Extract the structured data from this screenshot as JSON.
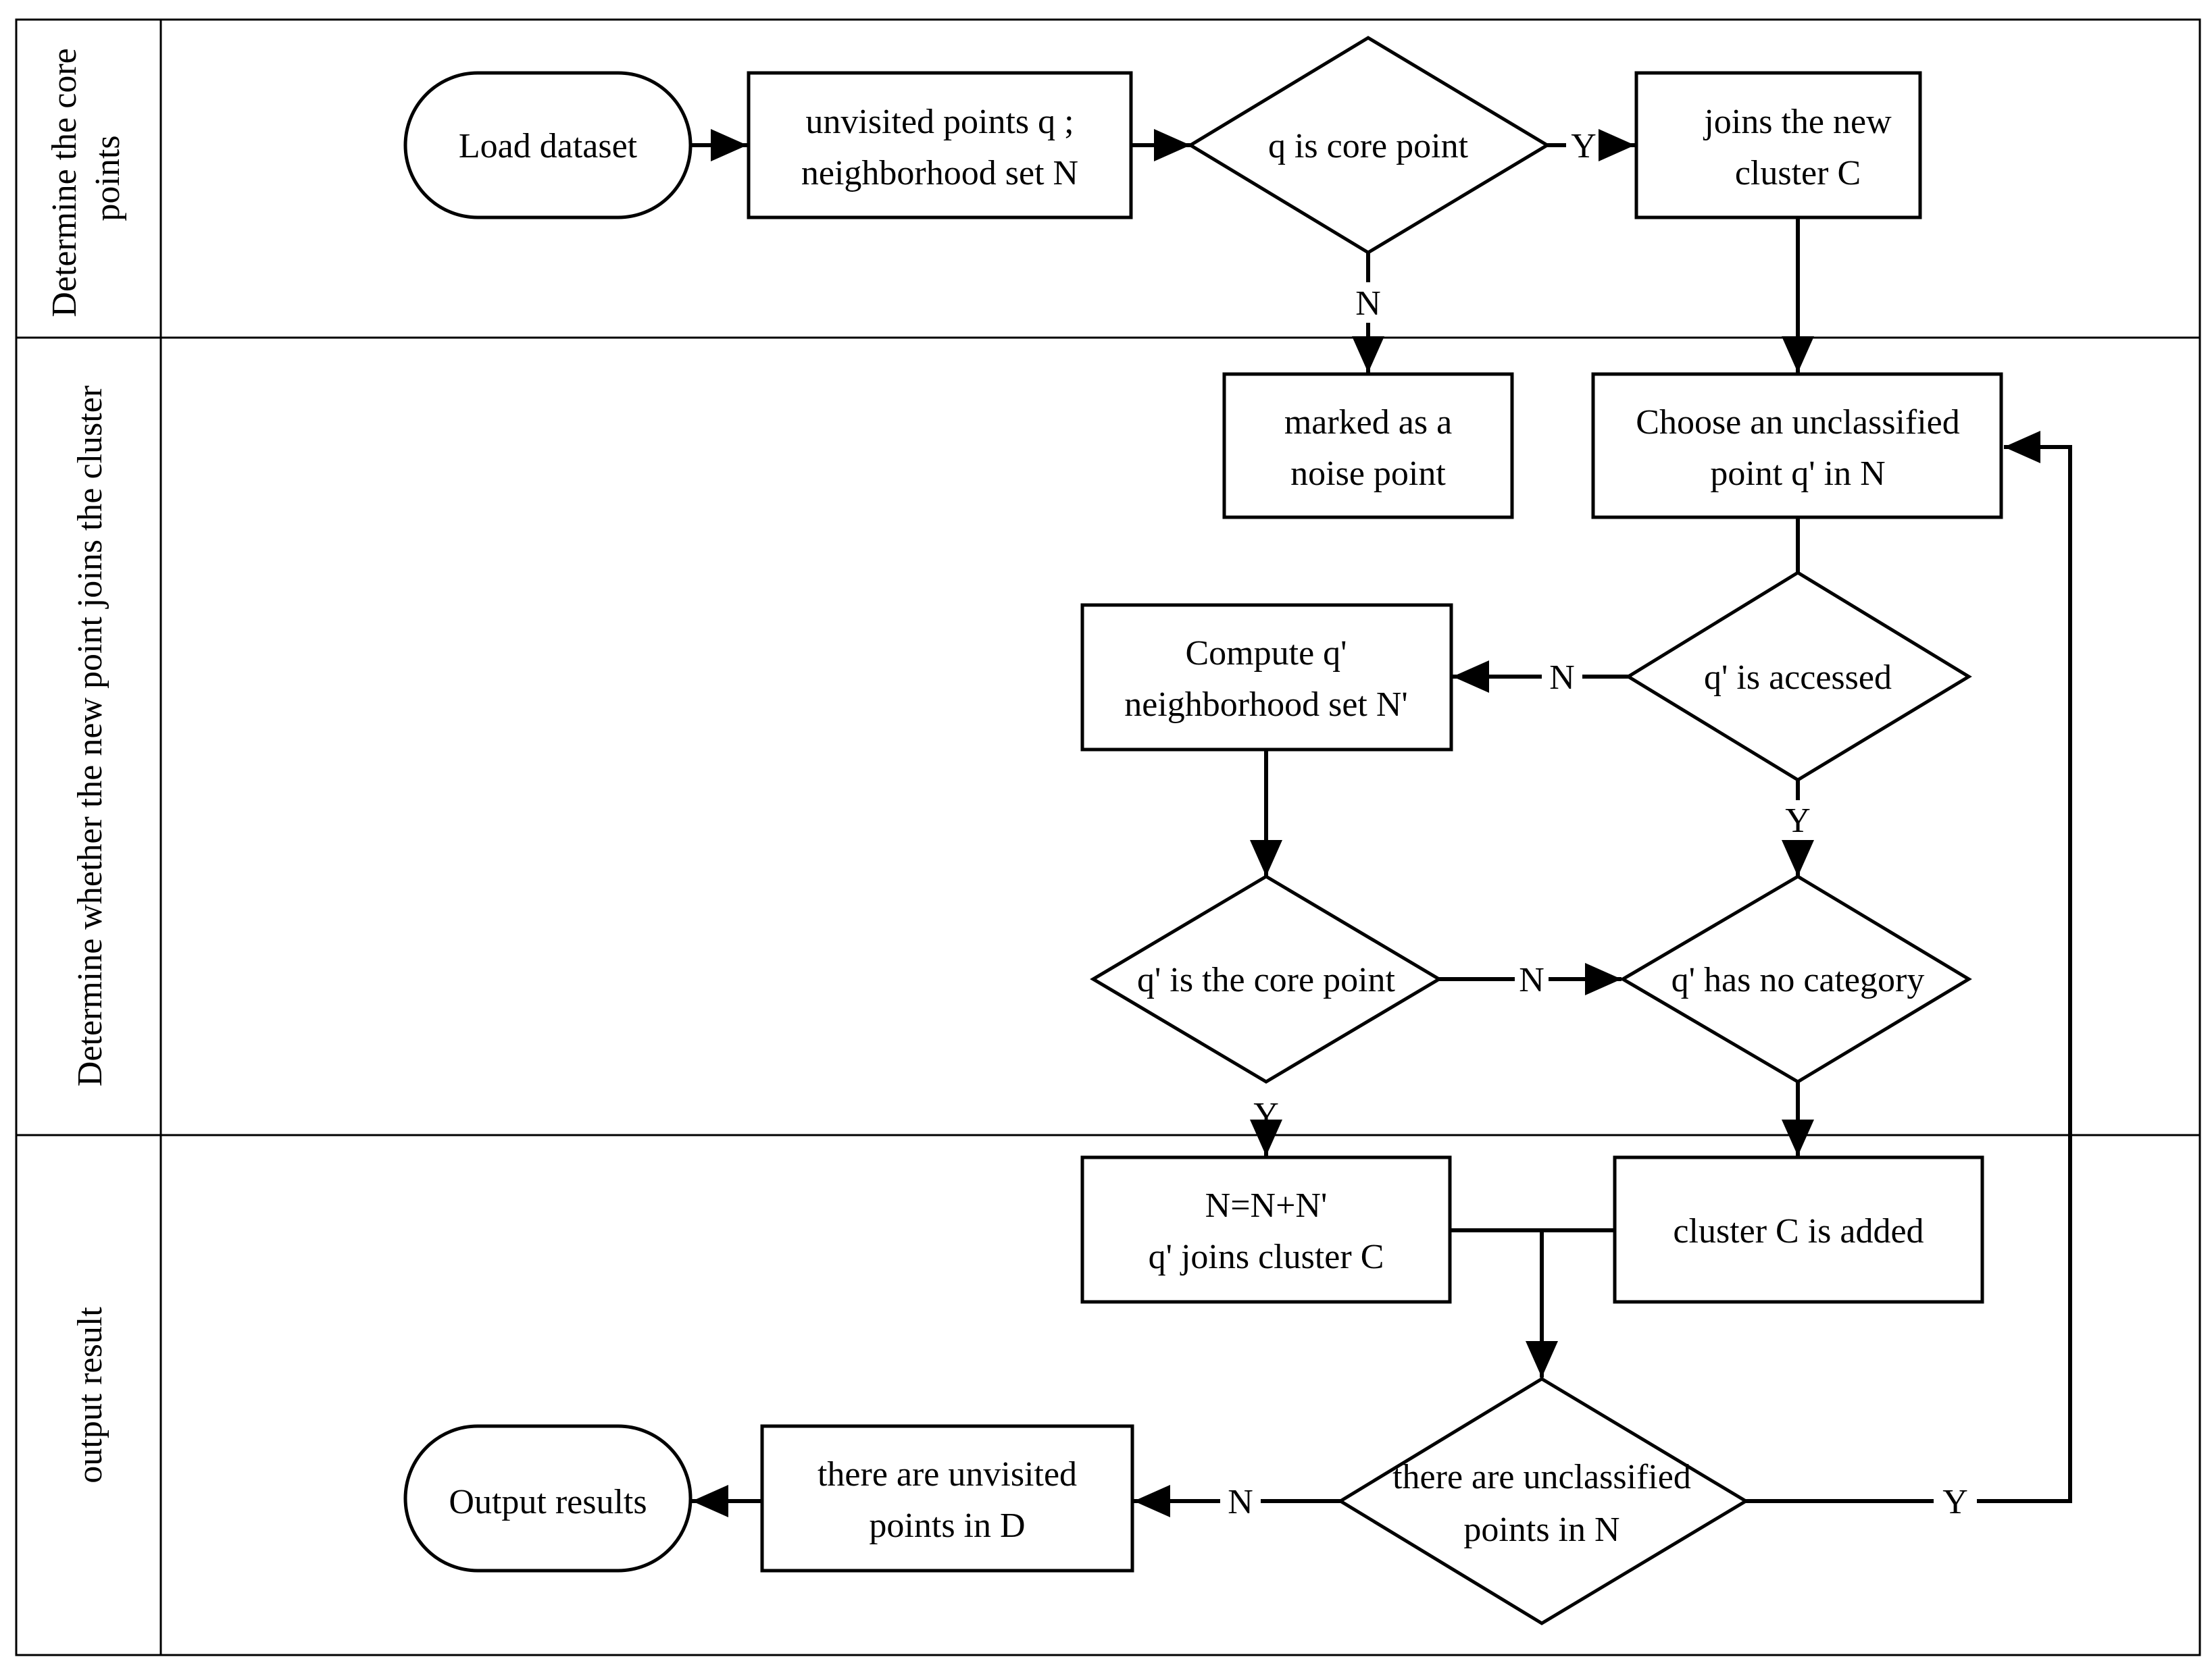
{
  "lanes": {
    "lane1": {
      "line1": "Determine the core",
      "line2": "points"
    },
    "lane2": {
      "line1": "Determine whether the new point joins the cluster"
    },
    "lane3": {
      "line1": "output result"
    }
  },
  "nodes": {
    "load": {
      "line1": "Load dataset"
    },
    "unvisited": {
      "line1": "unvisited points q ;",
      "line2": "neighborhood set N"
    },
    "is_core": {
      "line1": "q is core point"
    },
    "joins_new": {
      "line1": "joins the new",
      "line2": "cluster C"
    },
    "noise": {
      "line1": "marked as a",
      "line2": "noise point"
    },
    "choose": {
      "line1": "Choose an unclassified",
      "line2": "point q' in N"
    },
    "accessed": {
      "line1": "q' is accessed"
    },
    "compute": {
      "line1": "Compute q'",
      "line2": "neighborhood set N'"
    },
    "core_point2": {
      "line1": "q' is the core point"
    },
    "no_category": {
      "line1": "q' has no category"
    },
    "merge": {
      "line1": "N=N+N'",
      "line2": "q' joins cluster C"
    },
    "cluster_added": {
      "line1": "cluster C is added"
    },
    "unclassified": {
      "line1": "there are unclassified",
      "line2": "points in N"
    },
    "unvisited_d": {
      "line1": "there are unvisited",
      "line2": "points in D"
    },
    "output": {
      "line1": "Output results"
    }
  },
  "edge_labels": {
    "core_yes": "Y",
    "core_no": "N",
    "accessed_no": "N",
    "accessed_yes": "Y",
    "core2_no": "N",
    "core2_yes": "Y",
    "unclassified_no": "N",
    "unclassified_yes": "Y"
  }
}
